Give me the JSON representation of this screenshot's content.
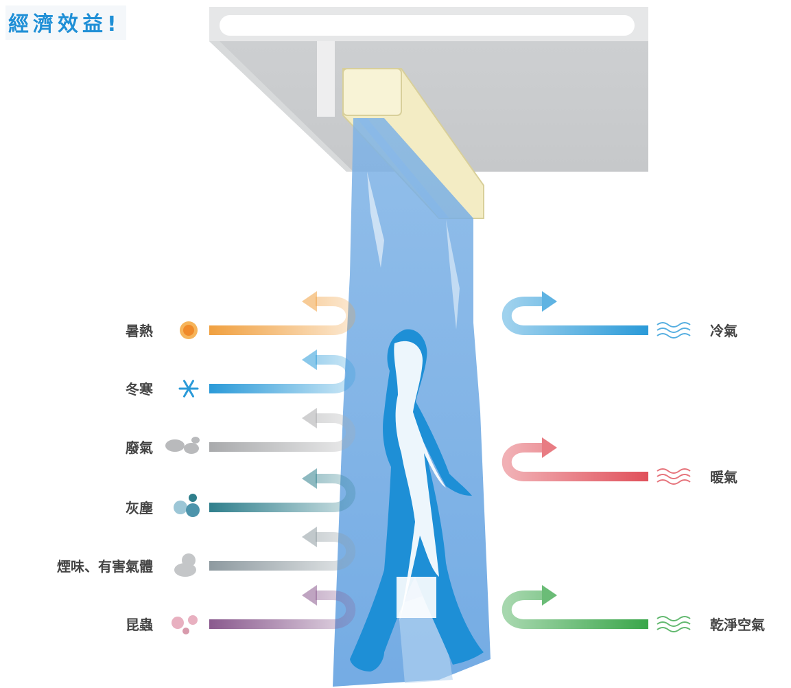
{
  "title": "經濟效益!",
  "left_items": [
    {
      "label": "暑熱",
      "icon": "sun-icon",
      "color": "#f0a040"
    },
    {
      "label": "冬寒",
      "icon": "snowflake-icon",
      "color": "#2a9ad8"
    },
    {
      "label": "廢氣",
      "icon": "exhaust-cloud-icon",
      "color": "#a9aaac"
    },
    {
      "label": "灰塵",
      "icon": "dust-icon",
      "color": "#2f7f8c"
    },
    {
      "label": "煙味、有害氣體",
      "icon": "smoke-icon",
      "color": "#8e9aa0"
    },
    {
      "label": "昆蟲",
      "icon": "insect-icon",
      "color": "#8a5a8e"
    }
  ],
  "right_items": [
    {
      "label": "冷氣",
      "icon": "cool-wave-icon",
      "color": "#2a9ad8"
    },
    {
      "label": "暖氣",
      "icon": "warm-wave-icon",
      "color": "#e0505a"
    },
    {
      "label": "乾淨空氣",
      "icon": "clean-wave-icon",
      "color": "#3aa64a"
    }
  ]
}
